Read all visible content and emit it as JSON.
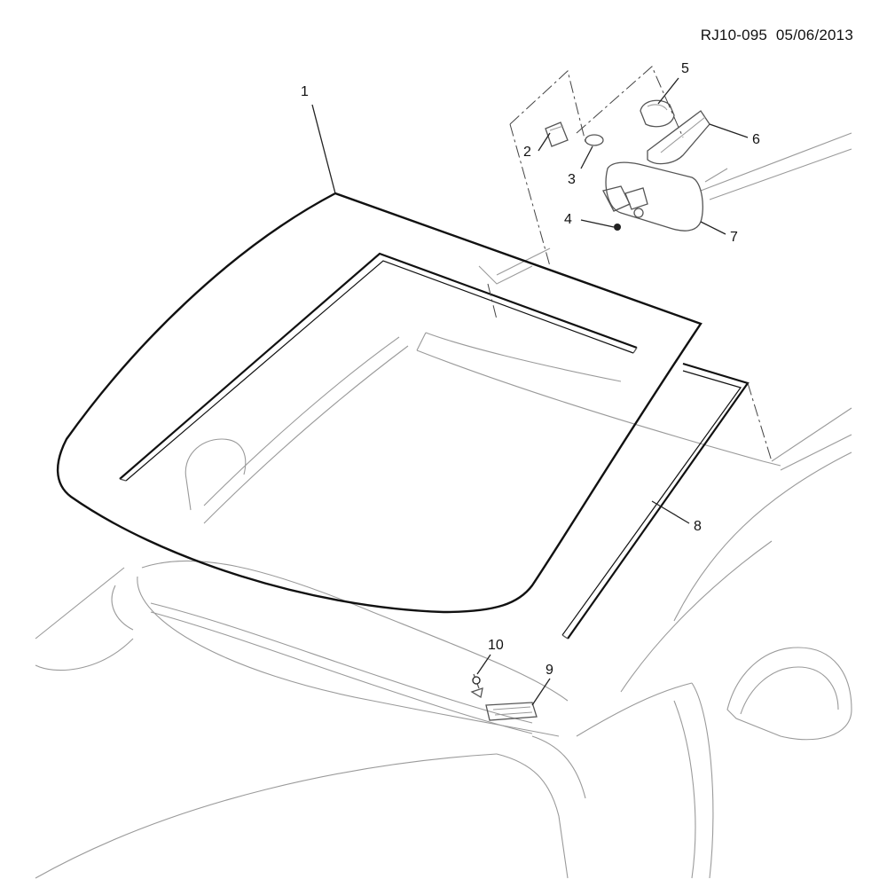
{
  "diagram": {
    "reference_code": "RJ10-095",
    "date": "05/06/2013",
    "callouts": [
      {
        "id": "1",
        "label": "1"
      },
      {
        "id": "2",
        "label": "2"
      },
      {
        "id": "3",
        "label": "3"
      },
      {
        "id": "4",
        "label": "4"
      },
      {
        "id": "5",
        "label": "5"
      },
      {
        "id": "6",
        "label": "6"
      },
      {
        "id": "7",
        "label": "7"
      },
      {
        "id": "8",
        "label": "8"
      },
      {
        "id": "9",
        "label": "9"
      },
      {
        "id": "10",
        "label": "10"
      }
    ]
  },
  "colors": {
    "line": "#111111",
    "background": "#ffffff",
    "faint": "#9a9a9a"
  }
}
